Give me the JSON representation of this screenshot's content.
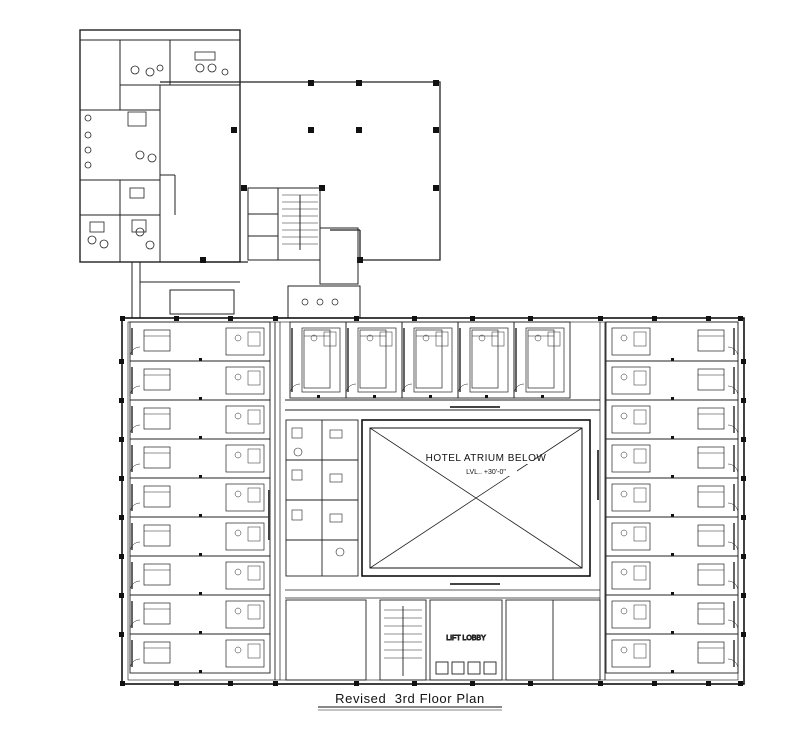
{
  "drawing": {
    "title": "Revised  3rd Floor Plan",
    "atrium_label": "HOTEL ATRIUM BELOW",
    "atrium_level": "LVL.. +30'-0\"",
    "lift_lobby_label": "LIFT LOBBY"
  }
}
